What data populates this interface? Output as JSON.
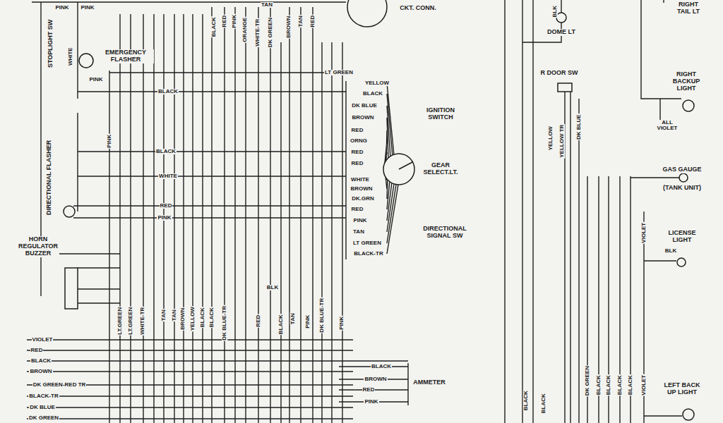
{
  "diagram": {
    "nodes": [
      {
        "text": [
          "STOPLIGHT SW"
        ]
      },
      {
        "text": [
          "EMERGENCY FLASHER"
        ]
      },
      {
        "text": [
          "CKT. CONN."
        ]
      },
      {
        "text": [
          "IGNITION SWITCH"
        ]
      },
      {
        "text": [
          "GEAR SELECT.LT."
        ]
      },
      {
        "text": [
          "DIRECTIONAL SIGNAL SW"
        ]
      },
      {
        "text": [
          "DIRECTIONAL FLASHER"
        ]
      },
      {
        "text": [
          "HORN REGULATOR BUZZER"
        ]
      },
      {
        "text": [
          "AMMETER"
        ]
      },
      {
        "text": [
          "RIGHT TAIL LT"
        ]
      },
      {
        "text": [
          "DOME LT"
        ]
      },
      {
        "text": [
          "R DOOR SW"
        ]
      },
      {
        "text": [
          "RIGHT BACKUP LIGHT"
        ]
      },
      {
        "text": [
          "GAS GAUGE",
          "(TANK UNIT)"
        ]
      },
      {
        "text": [
          "LICENSE LIGHT"
        ]
      },
      {
        "text": [
          "LEFT BACK UP LIGHT"
        ]
      }
    ],
    "labels": [
      "PINK",
      "PINK",
      "WHITE",
      "PINK",
      "TAN",
      "BLACK",
      "RED",
      "PINK",
      "ORANGE",
      "WHITE-TR",
      "DK GREEN",
      "BROWN",
      "TAN",
      "RED",
      "LT GREEN",
      "YELLOW",
      "BLACK",
      "DK BLUE",
      "BROWN",
      "RED",
      "ORNG",
      "RED",
      "RED",
      "WHITE",
      "BROWN",
      "DK.GRN",
      "RED",
      "PINK",
      "TAN",
      "LT GREEN",
      "BLACK-TR",
      "BLACK",
      "PINK",
      "BLACK",
      "WHITE",
      "RED",
      "PINK",
      "BLK",
      "LT.GREEN",
      "LT.GREEN",
      "WHITE-TR",
      "TAN",
      "TAN",
      "BROWN",
      "YELLOW",
      "BLACK",
      "BLACK",
      "DK BLUE-TR",
      "RED",
      "BLACK",
      "TAN",
      "PINK",
      "DK BLUE-TR",
      "PINK",
      "VIOLET",
      "RED",
      "BLACK",
      "BROWN",
      "DK GREEN-RED TR",
      "BLACK-TR",
      "DK BLUE",
      "DK GREEN",
      "BLACK",
      "BROWN",
      "RED",
      "PINK",
      "BLK",
      "YELLOW",
      "YELLOW TR",
      "DK BLUE",
      "ALL VIOLET",
      "BLK",
      "VIOLET",
      "DK GREEN",
      "BLACK",
      "BLACK",
      "BLACK",
      "BLACK",
      "VIOLET",
      "BLACK",
      "BLACK"
    ]
  }
}
